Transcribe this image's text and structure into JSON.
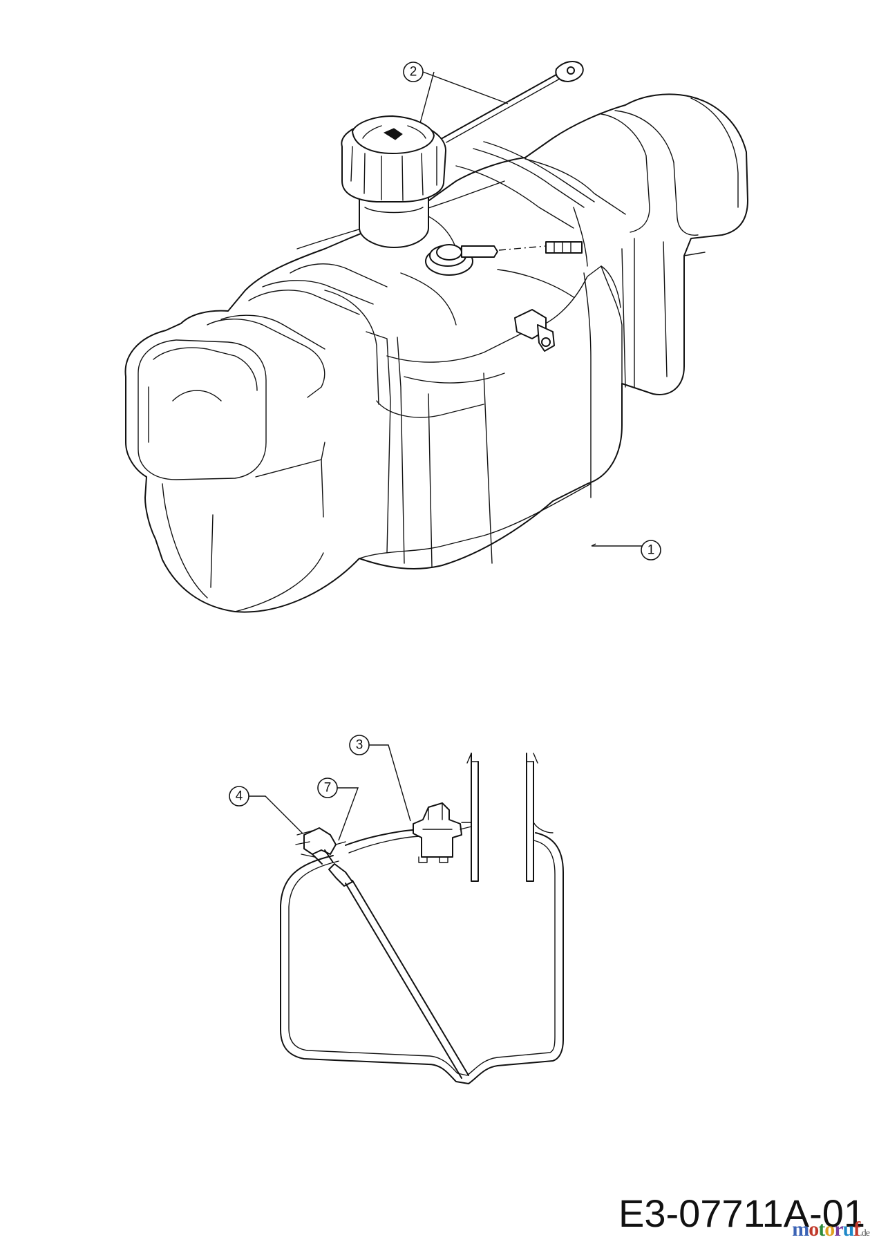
{
  "callouts": {
    "c1": "1",
    "c2": "2",
    "c3": "3",
    "c4": "4",
    "c7": "7"
  },
  "drawing_number": "E3-07711A-01",
  "watermark": {
    "text": "motoruf",
    "suffix": ".de",
    "colors": [
      "#3b63b5",
      "#c0392b",
      "#2e8b3a",
      "#e0a020",
      "#7a3fa0",
      "#1e88c8",
      "#c0392b"
    ]
  }
}
